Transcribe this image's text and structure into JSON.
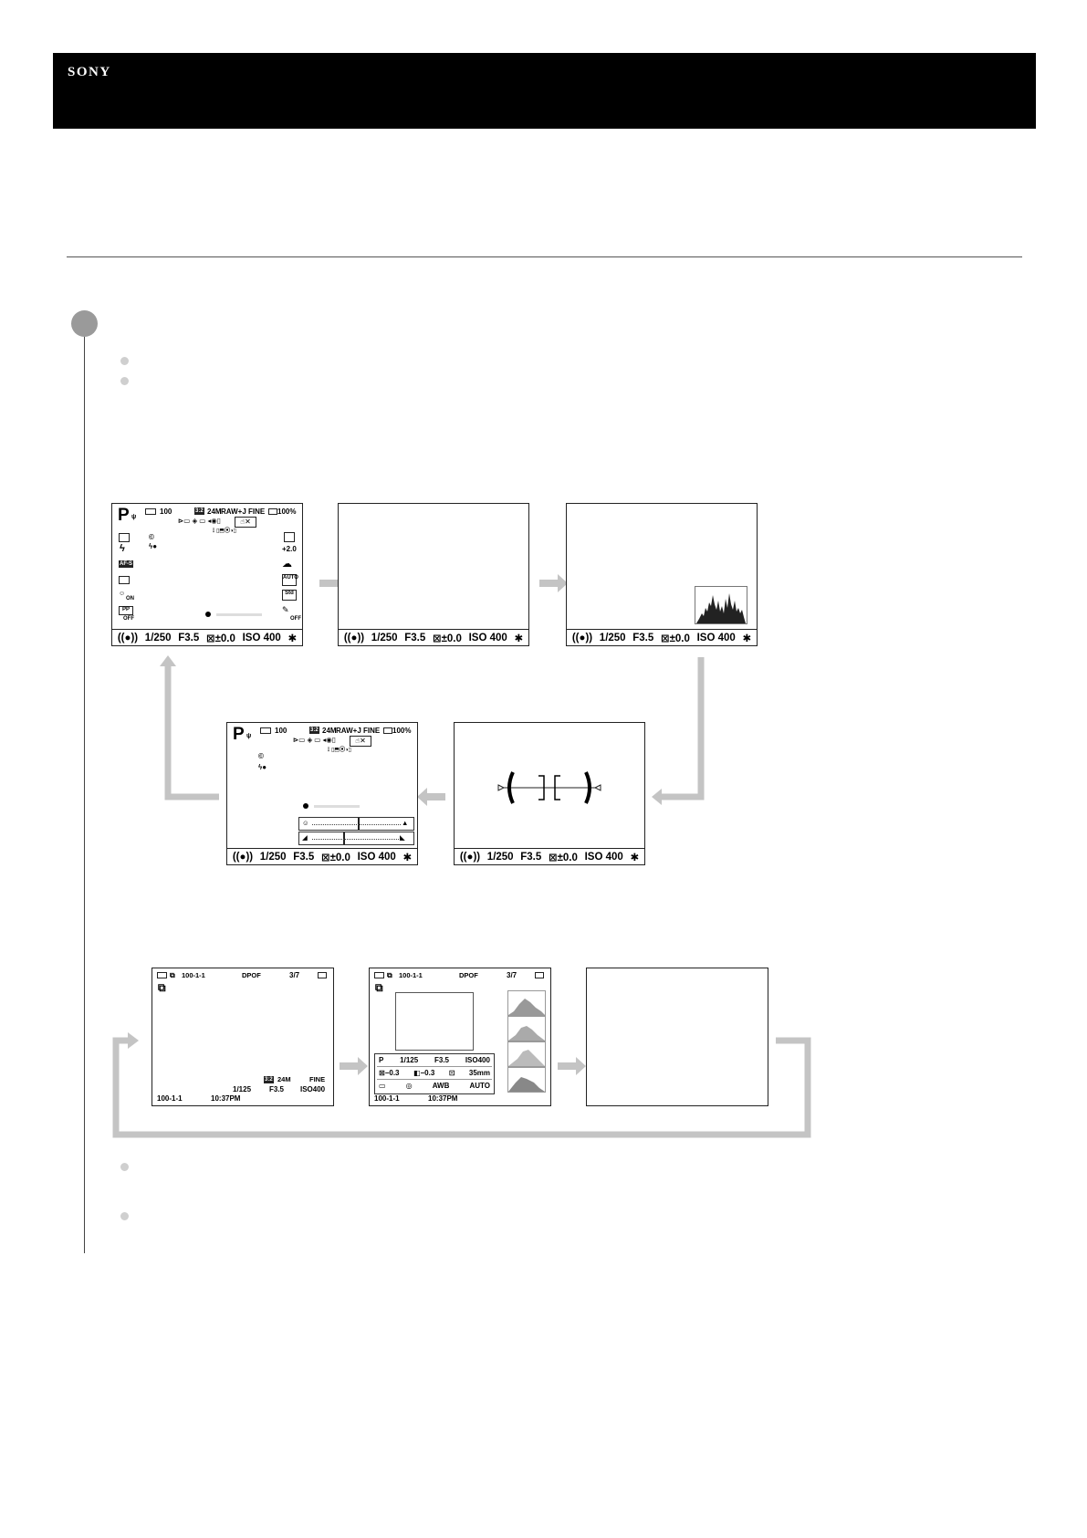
{
  "header": {
    "brand": "SONY"
  },
  "shoot": {
    "status": {
      "stab": "((●))",
      "shutter": "1/250",
      "aperture": "F3.5",
      "ev": "⊠±0.0",
      "iso": "ISO 400",
      "ael": "✱"
    },
    "top": {
      "mode": "P",
      "num": "100",
      "ratio": "3:2",
      "size": "24M",
      "quality": "RAW+J FINE",
      "battery": "100%"
    },
    "labels": {
      "exp": "+2.0",
      "afs": "AF-S",
      "auto": "AUTO",
      "on": "ON",
      "off": "OFF",
      "pp": "PP"
    }
  },
  "play": {
    "folder": "100-1-1",
    "dpof": "DPOF",
    "count": "3/7",
    "ratio": "3:2",
    "size": "24M",
    "quality": "FINE",
    "shutter": "1/125",
    "aperture": "F3.5",
    "iso": "ISO400",
    "time": "10:37PM",
    "mode": "P",
    "comp1": "−0.3",
    "comp2": "−0.3",
    "focal": "35mm",
    "wb": "AWB",
    "dro": "AUTO"
  }
}
